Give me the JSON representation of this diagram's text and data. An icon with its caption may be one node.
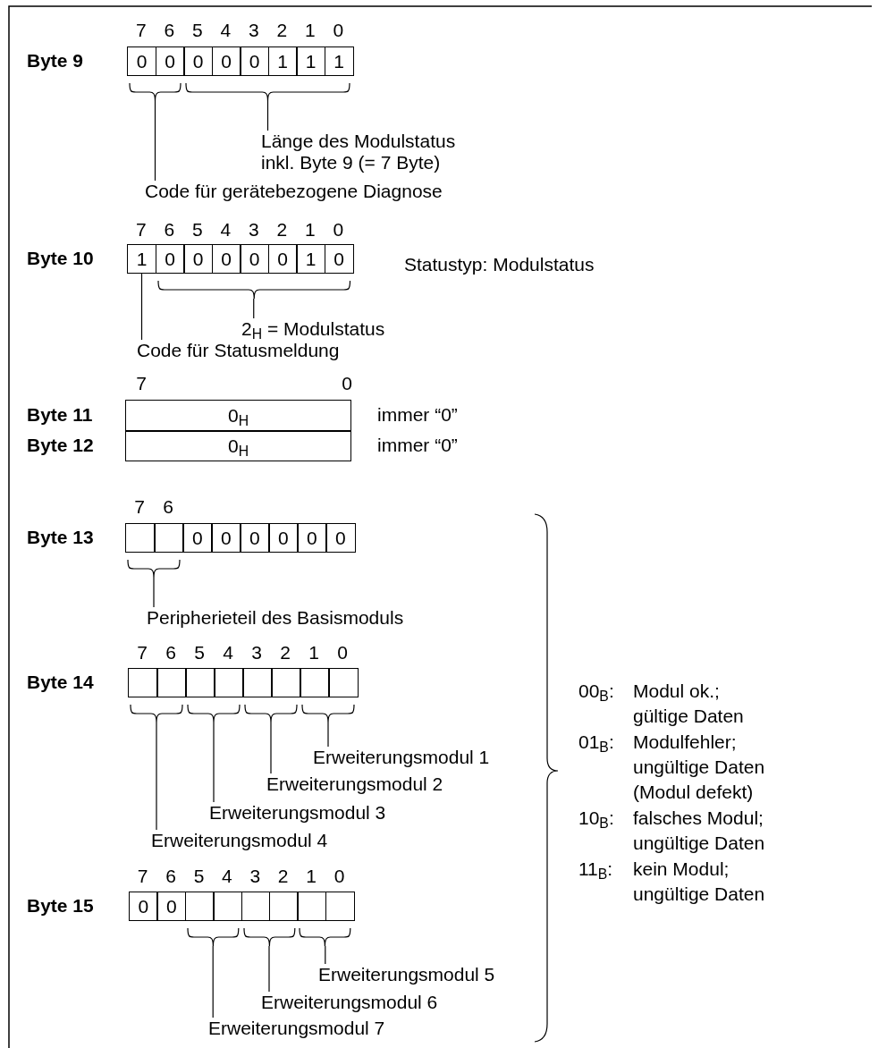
{
  "diagram": {
    "nodes": [
      {
        "text": [
          "0"
        ]
      },
      {
        "text": [
          "0"
        ]
      },
      {
        "text": [
          "0"
        ]
      },
      {
        "text": [
          "0"
        ]
      },
      {
        "text": [
          "0"
        ]
      },
      {
        "text": [
          "1"
        ]
      },
      {
        "text": [
          "1"
        ]
      },
      {
        "text": [
          "1"
        ]
      },
      {
        "text": [],
        "shape": "brace"
      },
      {
        "text": [],
        "shape": "brace"
      },
      {
        "text": [
          "Länge des Modulstatus inkl. Byte 9 (= 7 Byte)"
        ]
      },
      {
        "text": [
          "Code für gerätebezogene Diagnose"
        ]
      },
      {
        "text": [
          "1"
        ]
      },
      {
        "text": [
          "0"
        ]
      },
      {
        "text": [
          "0"
        ]
      },
      {
        "text": [
          "0"
        ]
      },
      {
        "text": [
          "0"
        ]
      },
      {
        "text": [
          "0"
        ]
      },
      {
        "text": [
          "1"
        ]
      },
      {
        "text": [
          "0"
        ]
      },
      {
        "text": [],
        "shape": "brace"
      },
      {
        "text": [
          "2$_{H}$ = Modulstatus"
        ]
      },
      {
        "text": [
          "Code für Statusmeldung"
        ]
      },
      {
        "text": [
          "0$_{H}$"
        ]
      },
      {
        "text": [
          "0$_{H}$"
        ]
      },
      {
        "text": [],
        "shape": "box"
      },
      {
        "text": [],
        "shape": "box"
      },
      {
        "text": [
          "0"
        ]
      },
      {
        "text": [
          "0"
        ]
      },
      {
        "text": [
          "0"
        ]
      },
      {
        "text": [
          "0"
        ]
      },
      {
        "text": [
          "0"
        ]
      },
      {
        "text": [
          "0"
        ]
      },
      {
        "text": [],
        "shape": "brace"
      },
      {
        "text": [
          "Peripherieteil des Basismoduls"
        ]
      },
      {
        "text": [],
        "shape": "box"
      },
      {
        "text": [],
        "shape": "box"
      },
      {
        "text": [],
        "shape": "box"
      },
      {
        "text": [],
        "shape": "box"
      },
      {
        "text": [],
        "shape": "box"
      },
      {
        "text": [],
        "shape": "box"
      },
      {
        "text": [],
        "shape": "box"
      },
      {
        "text": [],
        "shape": "box"
      },
      {
        "text": [],
        "shape": "brace"
      },
      {
        "text": [],
        "shape": "brace"
      },
      {
        "text": [],
        "shape": "brace"
      },
      {
        "text": [],
        "shape": "brace"
      },
      {
        "text": [
          "Erweiterungsmodul 1"
        ]
      },
      {
        "text": [
          "Erweiterungsmodul 2"
        ]
      },
      {
        "text": [
          "Erweiterungsmodul 3"
        ]
      },
      {
        "text": [
          "Erweiterungsmodul 4"
        ]
      },
      {
        "text": [
          "0"
        ]
      },
      {
        "text": [
          "0"
        ]
      },
      {
        "text": [],
        "shape": "box"
      },
      {
        "text": [],
        "shape": "box"
      },
      {
        "text": [],
        "shape": "box"
      },
      {
        "text": [],
        "shape": "box"
      },
      {
        "text": [],
        "shape": "box"
      },
      {
        "text": [],
        "shape": "box"
      },
      {
        "text": [],
        "shape": "brace"
      },
      {
        "text": [],
        "shape": "brace"
      },
      {
        "text": [],
        "shape": "brace"
      },
      {
        "text": [
          "Erweiterungsmodul 5"
        ]
      },
      {
        "text": [
          "Erweiterungsmodul 6"
        ]
      },
      {
        "text": [
          "Erweiterungsmodul 7"
        ]
      }
    ],
    "edges": [
      {
        "from": 10,
        "to": 9,
        "arrow": "none"
      },
      {
        "from": 11,
        "to": 8,
        "arrow": "none"
      },
      {
        "from": 21,
        "to": 20,
        "arrow": "none"
      },
      {
        "from": 22,
        "to": 12,
        "arrow": "none"
      },
      {
        "from": 34,
        "to": 33,
        "arrow": "none"
      },
      {
        "from": 47,
        "to": 46,
        "arrow": "none"
      },
      {
        "from": 48,
        "to": 45,
        "arrow": "none"
      },
      {
        "from": 49,
        "to": 44,
        "arrow": "none"
      },
      {
        "from": 50,
        "to": 43,
        "arrow": "none"
      },
      {
        "from": 62,
        "to": 61,
        "arrow": "none"
      },
      {
        "from": 63,
        "to": 60,
        "arrow": "none"
      },
      {
        "from": 64,
        "to": 59,
        "arrow": "none"
      }
    ],
    "labels": [
      "7",
      "6",
      "5",
      "4",
      "3",
      "2",
      "1",
      "0",
      "Byte 9",
      "7",
      "6",
      "5",
      "4",
      "3",
      "2",
      "1",
      "0",
      "Byte 10",
      "Statustyp: Modulstatus",
      "7",
      "0",
      "Byte 11",
      "immer “0”",
      "Byte 12",
      "immer “0”",
      "7",
      "6",
      "Byte 13",
      "7",
      "6",
      "5",
      "4",
      "3",
      "2",
      "1",
      "0",
      "Byte 14",
      "00$_{B}$:",
      "Modul ok.; gültige Daten",
      "01$_{B}$:",
      "Modulfehler; ungültige Daten (Modul defekt)",
      "10$_{B}$:",
      "falsches Modul; ungültige Daten",
      "11$_{B}$:",
      "kein Modul; ungültige Daten",
      "7",
      "6",
      "5",
      "4",
      "3",
      "2",
      "1",
      "0",
      "Byte 15"
    ]
  }
}
